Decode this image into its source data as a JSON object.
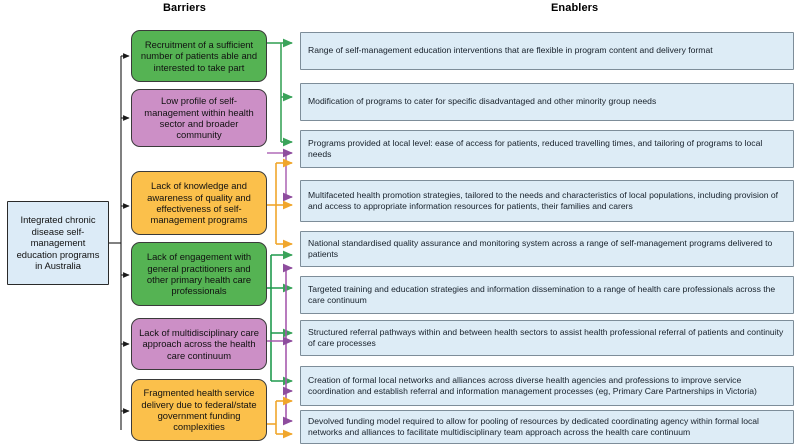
{
  "headers": {
    "barriers": "Barriers",
    "enablers": "Enablers"
  },
  "root": {
    "label": "Integrated chronic disease self-management education programs in Australia",
    "color": "#dcebf7"
  },
  "colors": {
    "green": "#3aa35a",
    "purple": "#8e4d9e",
    "orange": "#f0a62c",
    "barrier_green_fill": "#55b353",
    "barrier_purple_fill": "#cc8fc6",
    "barrier_orange_fill": "#fbc04b",
    "enabler_fill": "#ddecf6",
    "connector_black": "#1a1a1a"
  },
  "barriers": [
    {
      "id": "barrier-recruitment",
      "label": "Recruitment of a sufficient number of patients able and interested to take part",
      "color_key": "green"
    },
    {
      "id": "barrier-low-profile",
      "label": "Low profile of self-management within health sector and broader community",
      "color_key": "purple"
    },
    {
      "id": "barrier-lack-knowledge",
      "label": "Lack of knowledge and awareness of quality and effectiveness of self-management programs",
      "color_key": "orange"
    },
    {
      "id": "barrier-lack-engagement",
      "label": "Lack of engagement with general practitioners and other primary health care professionals",
      "color_key": "green"
    },
    {
      "id": "barrier-multidisciplinary",
      "label": "Lack of multidisciplinary care approach across the health care continuum",
      "color_key": "purple"
    },
    {
      "id": "barrier-fragmented",
      "label": "Fragmented health service delivery due to federal/state government funding complexities",
      "color_key": "orange"
    }
  ],
  "enablers": [
    {
      "id": "enabler-range-interventions",
      "label": "Range of self-management education interventions that are flexible in program content and delivery format",
      "incoming": [
        "green"
      ]
    },
    {
      "id": "enabler-modification-programs",
      "label": "Modification of programs to cater for specific disadvantaged and other minority group needs",
      "incoming": [
        "green"
      ]
    },
    {
      "id": "enabler-local-level",
      "label": "Programs provided at local level: ease of access for patients, reduced travelling times, and tailoring of programs to local needs",
      "incoming": [
        "green",
        "purple",
        "orange"
      ]
    },
    {
      "id": "enabler-health-promotion",
      "label": "Multifaceted health promotion strategies, tailored to the needs and characteristics of local populations, including provision of and access to appropriate information resources for patients, their families and carers",
      "incoming": [
        "purple",
        "orange"
      ]
    },
    {
      "id": "enabler-quality-assurance",
      "label": "National standardised quality assurance and monitoring system across a range of self-management programs delivered to patients",
      "incoming": [
        "orange",
        "green"
      ]
    },
    {
      "id": "enabler-targeted-training",
      "label": "Targeted training and education strategies and information dissemination to a range of health care professionals across the care continuum",
      "incoming": [
        "purple",
        "green"
      ]
    },
    {
      "id": "enabler-referral-pathways",
      "label": "Structured referral pathways within and between health sectors to assist health professional referral of patients and continuity of care processes",
      "incoming": [
        "green",
        "purple"
      ]
    },
    {
      "id": "enabler-formal-networks",
      "label": "Creation of formal local networks and alliances across diverse health agencies and professions to improve service coordination and establish referral and information management processes (eg, Primary Care Partnerships in Victoria)",
      "incoming": [
        "green",
        "purple",
        "orange"
      ]
    },
    {
      "id": "enabler-devolved-funding",
      "label": "Devolved funding model required to allow for pooling of resources by dedicated coordinating agency within formal local networks and alliances to facilitate multidisciplinary team approach across the health care continuum",
      "incoming": [
        "purple",
        "orange"
      ]
    }
  ]
}
